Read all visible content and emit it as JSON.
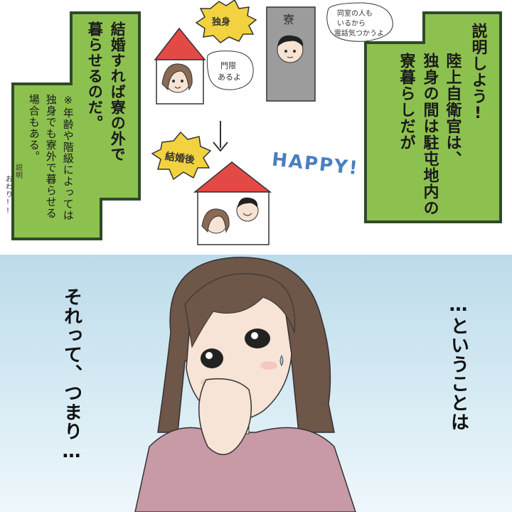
{
  "right_box": {
    "col1": "説明しよう!",
    "col2": "陸上自衛官は、",
    "col3": "独身の間は駐屯地内の",
    "col4": "寮暮らしだが"
  },
  "left_box": {
    "col1": "結婚すれば寮の外で",
    "col2": "暮らせるのだ。",
    "note1": "※年齢や階級によっては",
    "note2": "独身でも寮外で暮らせる",
    "note3": "場合もある。"
  },
  "aside": {
    "col1": "説明",
    "col2": "おわり!!"
  },
  "illustration": {
    "single_label": "独身",
    "dorm_label": "寮",
    "dorm_note_1": "同室の人も",
    "dorm_note_2": "いるから",
    "dorm_note_3": "電話気つかうよ",
    "girl_note_1": "門限",
    "girl_note_2": "あるよ",
    "married_label": "結婚後",
    "happy_text": "HAPPY!"
  },
  "bottom_panel": {
    "right_text": "…ということは",
    "left_text": "それって、つまり…"
  },
  "colors": {
    "green": "#8dc14f",
    "dark_green": "#2f4a2a",
    "roof_red": "#e44a45",
    "dorm_gray": "#9c9c9c",
    "happy_blue": "#4a7fbf"
  }
}
